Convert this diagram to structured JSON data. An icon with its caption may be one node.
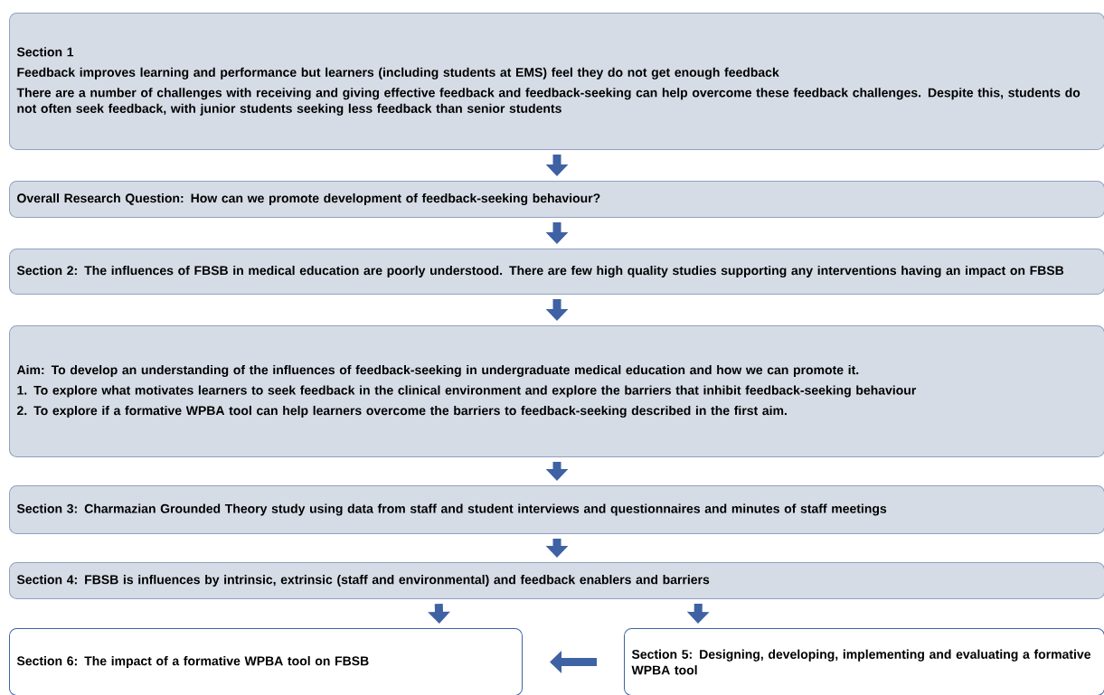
{
  "diagram": {
    "nodes": [
      {
        "text": [
          "Section 1",
          "Feedback improves learning and performance but learners (including students at EMS) feel they do not get enough feedback",
          "There are a number of challenges with receiving and giving effective feedback and feedback-seeking can help overcome these feedback challenges. Despite this, students do not often seek feedback, with junior students seeking less feedback than senior students"
        ]
      },
      {
        "text": [
          "Overall Research Question: How can we promote development of feedback-seeking behaviour?"
        ]
      },
      {
        "text": [
          "Section 2: The influences of FBSB in medical education are poorly understood. There are few high quality studies supporting any interventions having an impact on FBSB"
        ]
      },
      {
        "text": [
          "Aim: To develop an understanding of the influences of feedback-seeking in undergraduate medical education and how we can promote it.",
          "1.  To explore what motivates learners to seek feedback in the clinical environment and explore the barriers that inhibit feedback-seeking behaviour",
          "2.  To explore if a formative WPBA tool can help learners overcome the barriers to feedback-seeking described in the first aim."
        ]
      },
      {
        "text": [
          "Section 3: Charmazian Grounded Theory study using data from staff and student interviews and questionnaires and minutes of staff meetings"
        ]
      },
      {
        "text": [
          "Section 4: FBSB is influences by intrinsic, extrinsic (staff and environmental) and feedback enablers and barriers"
        ]
      },
      {
        "text": [
          "Section 6: The impact of a formative WPBA tool on FBSB"
        ]
      },
      {
        "text": [
          "Section 5: Designing, developing, implementing and evaluating a formative WPBA tool"
        ]
      }
    ],
    "edges": [
      {
        "from": 0,
        "to": 1,
        "arrow": "to"
      },
      {
        "from": 1,
        "to": 2,
        "arrow": "to"
      },
      {
        "from": 2,
        "to": 3,
        "arrow": "to"
      },
      {
        "from": 3,
        "to": 4,
        "arrow": "to"
      },
      {
        "from": 4,
        "to": 5,
        "arrow": "to"
      },
      {
        "from": 5,
        "to": 6,
        "arrow": "to"
      },
      {
        "from": 5,
        "to": 7,
        "arrow": "to"
      },
      {
        "from": 7,
        "to": 6,
        "arrow": "to"
      }
    ]
  }
}
